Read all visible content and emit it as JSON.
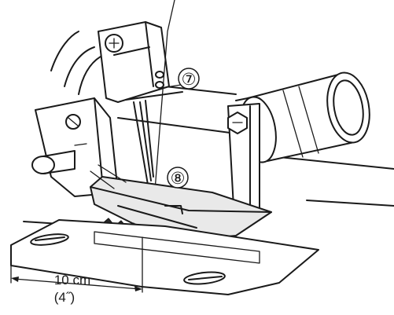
{
  "callouts": {
    "seven": "⑦",
    "eight": "⑧"
  },
  "dimension": {
    "metric": "10 cm",
    "imperial": "(4˝)"
  }
}
